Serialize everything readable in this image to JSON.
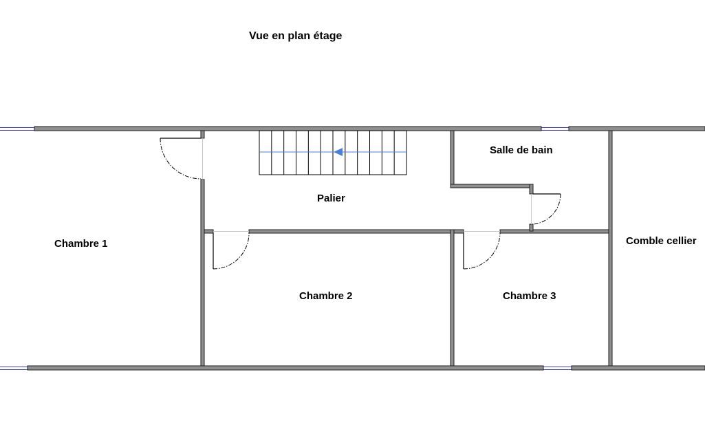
{
  "title": "Vue en plan étage",
  "rooms": {
    "chambre1": "Chambre 1",
    "palier": "Palier",
    "salle_de_bain": "Salle de bain",
    "chambre2": "Chambre 2",
    "chambre3": "Chambre 3",
    "comble_cellier": "Comble cellier"
  },
  "colors": {
    "wall_fill": "#8f8f8f",
    "wall_stroke": "#1f1f1f",
    "window": "#3b3bd6",
    "stair_arrow": "#4a7fd9"
  }
}
